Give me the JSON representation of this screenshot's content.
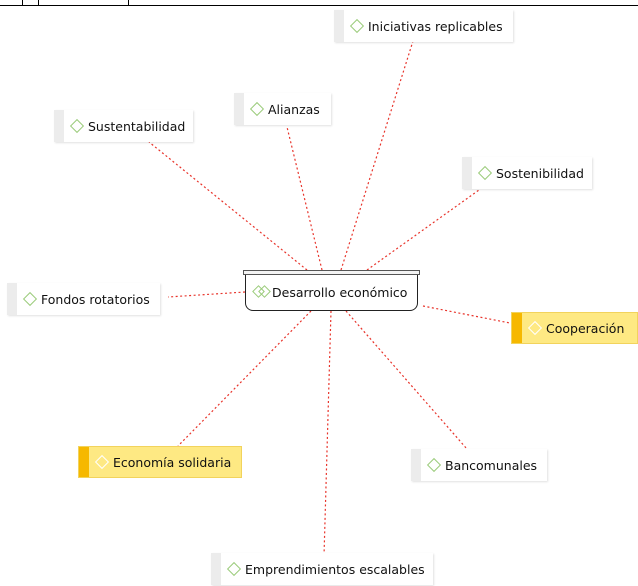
{
  "diagram": {
    "center": {
      "label": "Desarrollo económico"
    },
    "nodes": [
      {
        "id": "iniciativas-replicables",
        "label": "Iniciativas replicables",
        "highlighted": false
      },
      {
        "id": "alianzas",
        "label": "Alianzas",
        "highlighted": false
      },
      {
        "id": "sustentabilidad",
        "label": "Sustentabilidad",
        "highlighted": false
      },
      {
        "id": "sostenibilidad",
        "label": "Sostenibilidad",
        "highlighted": false
      },
      {
        "id": "fondos-rotatorios",
        "label": "Fondos rotatorios",
        "highlighted": false
      },
      {
        "id": "cooperacion",
        "label": "Cooperación",
        "highlighted": true
      },
      {
        "id": "economia-solidaria",
        "label": "Economía solidaria",
        "highlighted": true
      },
      {
        "id": "bancomunales",
        "label": "Bancomunales",
        "highlighted": false
      },
      {
        "id": "emprendimientos-escalables",
        "label": "Emprendimientos escalables",
        "highlighted": false
      }
    ],
    "link_style": {
      "color": "#e8332a",
      "dash": "dotted"
    },
    "colors": {
      "highlight_fill": "#fee983",
      "highlight_bar": "#f6b800",
      "code_diamond": "#9acb7a"
    }
  }
}
